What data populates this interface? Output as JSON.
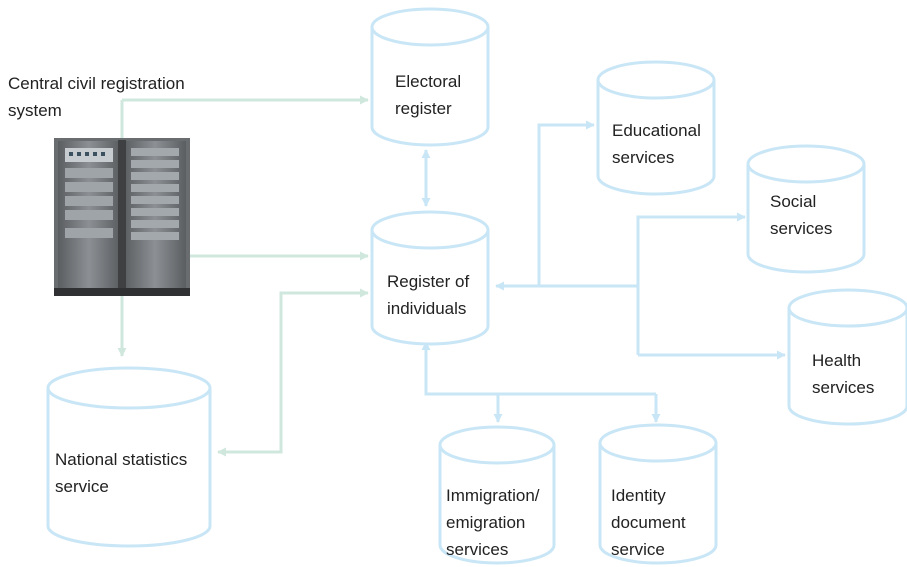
{
  "colors": {
    "line_blue": "#c9e6f6",
    "line_green": "#cfe7dc",
    "cylinder_fill": "#ffffff",
    "text": "#222222"
  },
  "source": {
    "label": "Central civil registration\nsystem",
    "icon": "server-rack-icon"
  },
  "nodes": {
    "electoral": "Electoral\nregister",
    "register": "Register of\nindividuals",
    "educational": "Educational\nservices",
    "social": "Social\nservices",
    "health": "Health\nservices",
    "national_statistics": "National statistics\nservice",
    "immigration": "Immigration/\nemigration\nservices",
    "identity": "Identity\ndocument\nservice"
  }
}
